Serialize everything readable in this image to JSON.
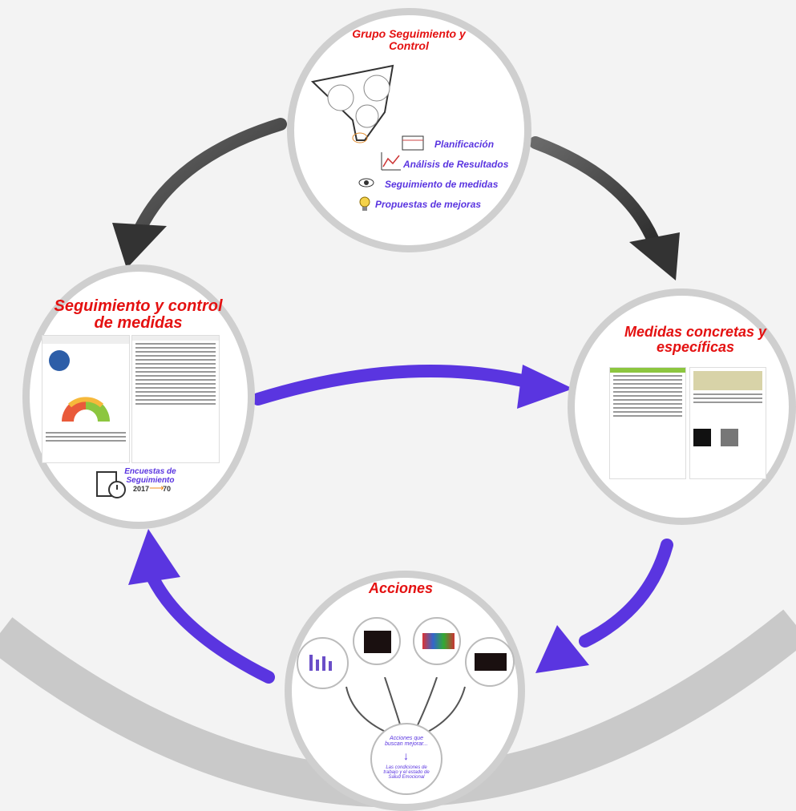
{
  "colors": {
    "red_title": "#e41111",
    "purple": "#5a35e0",
    "circle_border": "#cfcfcf",
    "dark_arrow": "#3a3a3a"
  },
  "top": {
    "title": "Grupo Seguimiento y Control",
    "items": [
      "Planificación",
      "Análisis de Resultados",
      "Seguimiento de medidas",
      "Propuestas de mejoras"
    ],
    "icons": [
      "calendar-icon",
      "chart-icon",
      "eye-icon",
      "lightbulb-icon"
    ]
  },
  "left": {
    "title": "Seguimiento y control de medidas",
    "survey_label": "Encuestas de Seguimiento",
    "survey_from": "2017",
    "survey_to": "70"
  },
  "right": {
    "title": "Medidas concretas y específicas"
  },
  "bottom": {
    "title": "Acciones",
    "center_top": "Acciones que buscan mejorar...",
    "center_bottom": "Las condiciones de trabajo y el estado de Salud Emocional"
  }
}
